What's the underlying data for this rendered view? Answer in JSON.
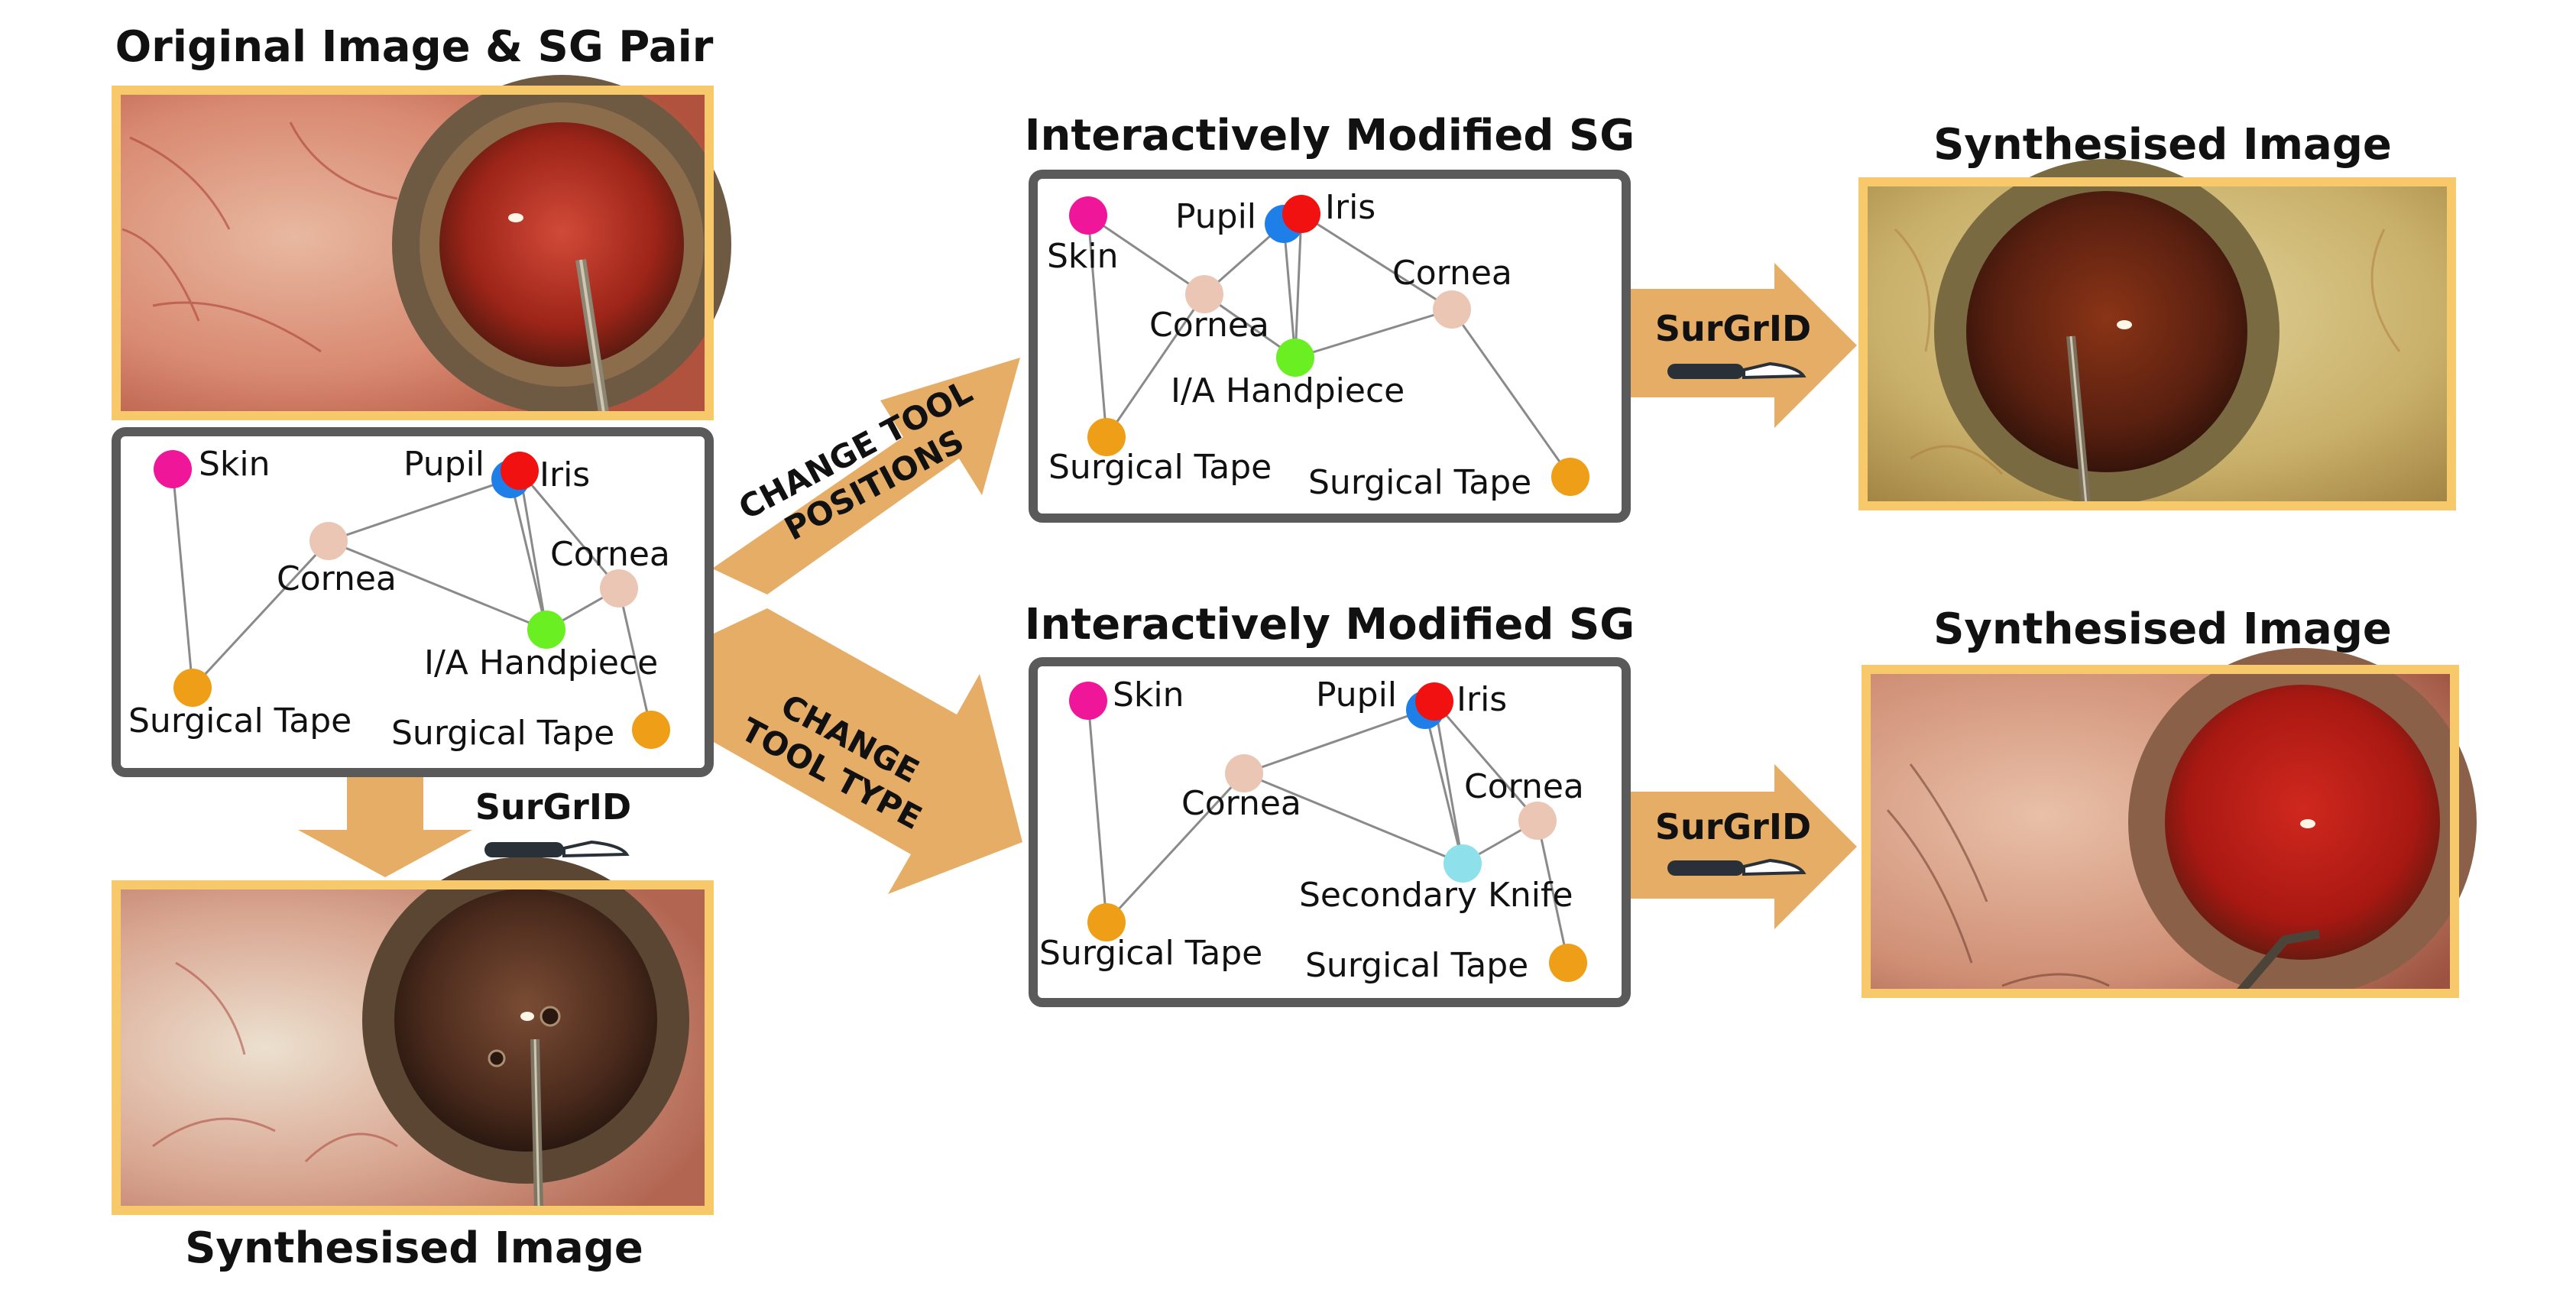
{
  "titles": {
    "original": "Original Image & SG Pair",
    "synth_bottom": "Synthesised Image",
    "modified_top": "Interactively Modified SG",
    "modified_bottom": "Interactively Modified SG",
    "synth_top": "Synthesised Image",
    "synth_right_bottom": "Synthesised Image"
  },
  "arrows": {
    "positions": [
      "CHANGE TOOL",
      "POSITIONS"
    ],
    "type": [
      "CHANGE",
      "TOOL TYPE"
    ]
  },
  "model_name": "SurGrID",
  "model_icon": "scalpel-icon",
  "colors": {
    "box_border": "#5a5a5a",
    "image_border": "#f7c96a",
    "arrow": "#e6ad67",
    "skin": "#f0169a",
    "iris": "#f21111",
    "pupil": "#1f7fe8",
    "cornea": "#ebc6b4",
    "tape": "#ef9f17",
    "handpiece": "#6aef22",
    "knife": "#8ee1ea",
    "edge": "#8a8a8a"
  },
  "graphs": {
    "original": {
      "nodes": [
        {
          "id": "skin",
          "label": "Skin",
          "color": "#f0169a"
        },
        {
          "id": "pupil",
          "label": "Pupil",
          "color": "#1f7fe8"
        },
        {
          "id": "iris",
          "label": "Iris",
          "color": "#f21111"
        },
        {
          "id": "cornea1",
          "label": "Cornea",
          "color": "#ebc6b4"
        },
        {
          "id": "cornea2",
          "label": "Cornea",
          "color": "#ebc6b4"
        },
        {
          "id": "tool",
          "label": "I/A Handpiece",
          "color": "#6aef22"
        },
        {
          "id": "tape1",
          "label": "Surgical Tape",
          "color": "#ef9f17"
        },
        {
          "id": "tape2",
          "label": "Surgical Tape",
          "color": "#ef9f17"
        }
      ]
    },
    "modified_positions": {
      "nodes": [
        {
          "id": "skin",
          "label": "Skin",
          "color": "#f0169a"
        },
        {
          "id": "pupil",
          "label": "Pupil",
          "color": "#1f7fe8"
        },
        {
          "id": "iris",
          "label": "Iris",
          "color": "#f21111"
        },
        {
          "id": "cornea1",
          "label": "Cornea",
          "color": "#ebc6b4"
        },
        {
          "id": "cornea2",
          "label": "Cornea",
          "color": "#ebc6b4"
        },
        {
          "id": "tool",
          "label": "I/A Handpiece",
          "color": "#6aef22"
        },
        {
          "id": "tape1",
          "label": "Surgical Tape",
          "color": "#ef9f17"
        },
        {
          "id": "tape2",
          "label": "Surgical Tape",
          "color": "#ef9f17"
        }
      ]
    },
    "modified_type": {
      "nodes": [
        {
          "id": "skin",
          "label": "Skin",
          "color": "#f0169a"
        },
        {
          "id": "pupil",
          "label": "Pupil",
          "color": "#1f7fe8"
        },
        {
          "id": "iris",
          "label": "Iris",
          "color": "#f21111"
        },
        {
          "id": "cornea1",
          "label": "Cornea",
          "color": "#ebc6b4"
        },
        {
          "id": "cornea2",
          "label": "Cornea",
          "color": "#ebc6b4"
        },
        {
          "id": "tool",
          "label": "Secondary Knife",
          "color": "#8ee1ea"
        },
        {
          "id": "tape1",
          "label": "Surgical Tape",
          "color": "#ef9f17"
        },
        {
          "id": "tape2",
          "label": "Surgical Tape",
          "color": "#ef9f17"
        }
      ]
    }
  }
}
